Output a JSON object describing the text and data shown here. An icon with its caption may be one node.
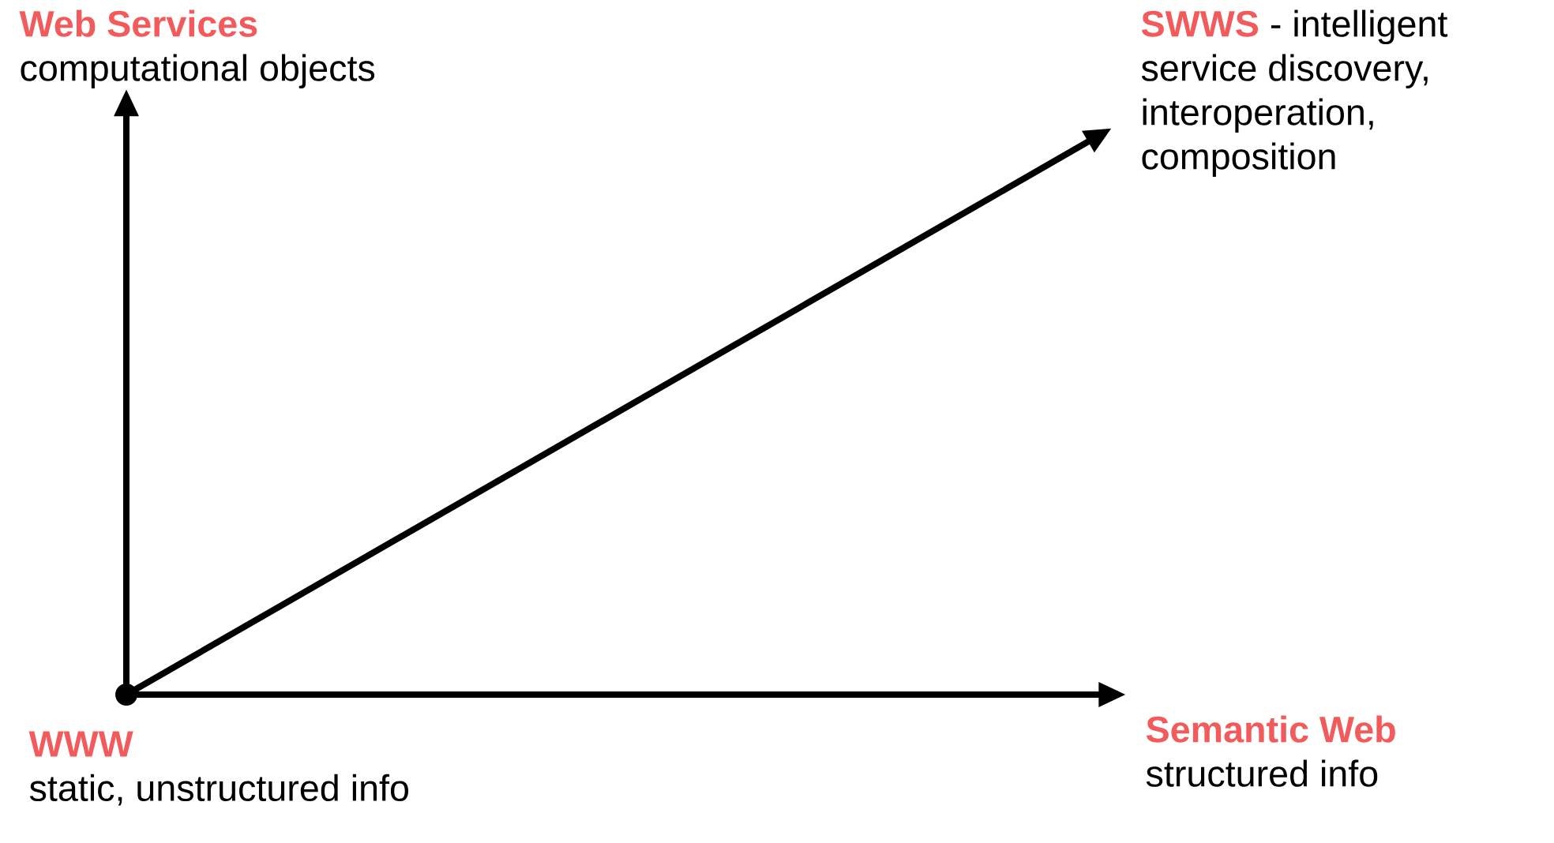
{
  "diagram": {
    "nodes": [
      {
        "text": [],
        "shape": "circle",
        "beside": [
          "WWW",
          "static, unstructured info"
        ]
      },
      {
        "text": [
          "Web Services",
          "computational objects"
        ]
      },
      {
        "text": [
          "SWWS",
          "- intelligent service discovery, interoperation, composition"
        ]
      },
      {
        "text": [
          "Semantic Web",
          "structured info"
        ]
      }
    ],
    "edges": [
      {
        "from": 0,
        "to": 1,
        "arrow": "to"
      },
      {
        "from": 0,
        "to": 2,
        "arrow": "to"
      },
      {
        "from": 0,
        "to": 3,
        "arrow": "to"
      }
    ]
  }
}
